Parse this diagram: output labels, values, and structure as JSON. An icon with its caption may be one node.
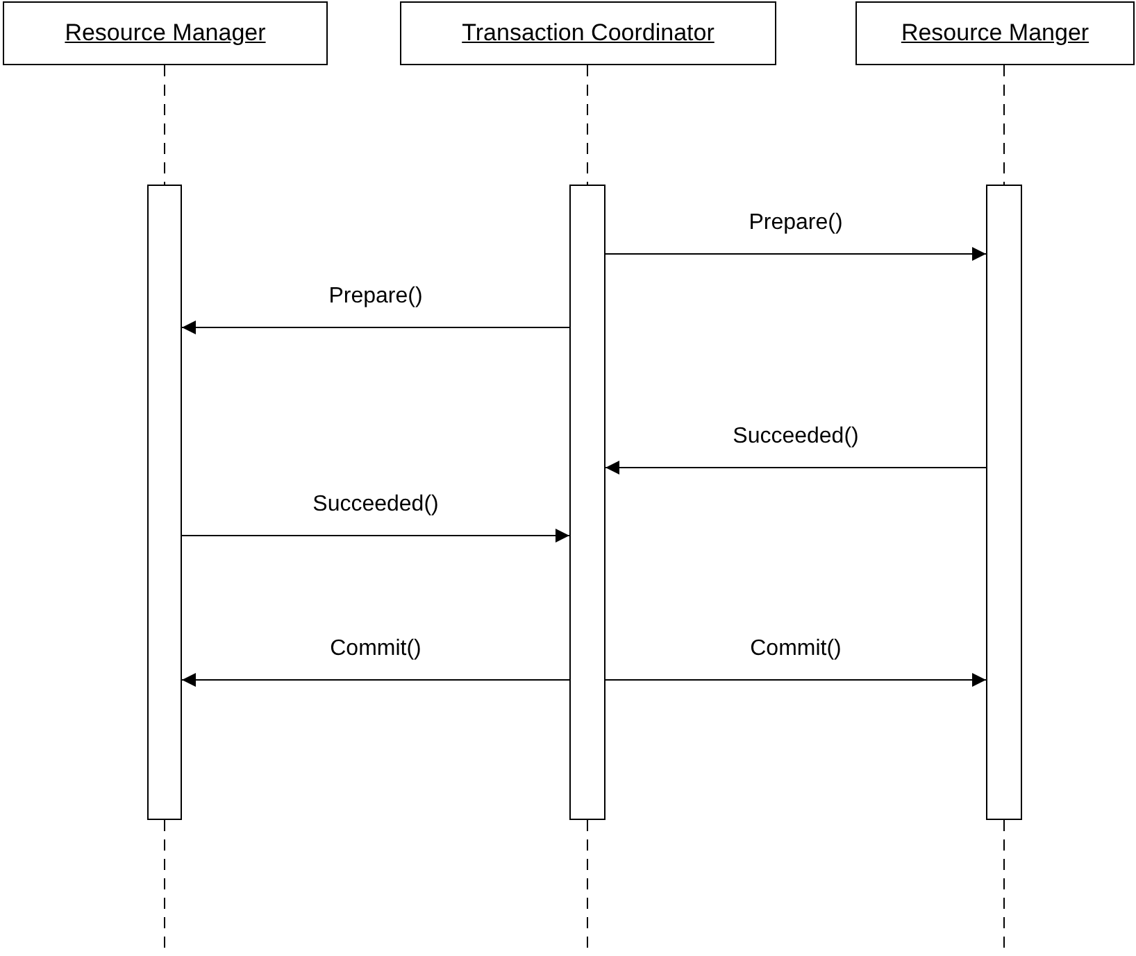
{
  "diagram": {
    "nodes": [
      {
        "text": [
          "Resource Manager"
        ]
      },
      {
        "text": [
          "Transaction Coordinator"
        ]
      },
      {
        "text": [
          "Resource Manger"
        ]
      },
      {
        "text": [],
        "shape": "bar"
      },
      {
        "text": [],
        "shape": "bar"
      },
      {
        "text": [],
        "shape": "bar"
      }
    ],
    "edges": [
      {
        "from": 0,
        "to": 3,
        "arrow": "none",
        "style": "dashed"
      },
      {
        "from": 1,
        "to": 4,
        "arrow": "none",
        "style": "dashed"
      },
      {
        "from": 2,
        "to": 5,
        "arrow": "none",
        "style": "dashed"
      },
      {
        "from": 3,
        "to": null,
        "arrow": "none",
        "style": "dashed"
      },
      {
        "from": 4,
        "to": null,
        "arrow": "none",
        "style": "dashed"
      },
      {
        "from": 5,
        "to": null,
        "arrow": "none",
        "style": "dashed"
      },
      {
        "from": 4,
        "to": 5,
        "arrow": "to",
        "label": "Prepare()"
      },
      {
        "from": 4,
        "to": 3,
        "arrow": "to",
        "label": "Prepare()"
      },
      {
        "from": 5,
        "to": 4,
        "arrow": "to",
        "label": "Succeeded()"
      },
      {
        "from": 3,
        "to": 4,
        "arrow": "to",
        "label": "Succeeded()"
      },
      {
        "from": 4,
        "to": 3,
        "arrow": "to",
        "label": "Commit()"
      },
      {
        "from": 4,
        "to": 5,
        "arrow": "to",
        "label": "Commit()"
      }
    ]
  }
}
